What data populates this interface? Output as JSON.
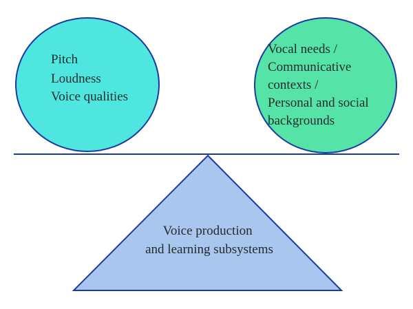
{
  "left_circle": {
    "lines": [
      "Pitch",
      "Loudness",
      "Voice qualities"
    ],
    "fill": "#4fe6e0",
    "stroke": "#1a3aa0"
  },
  "right_circle": {
    "lines": [
      "Vocal needs /",
      "Communicative",
      "contexts /",
      "Personal and social",
      "backgrounds"
    ],
    "fill": "#55e3a8",
    "stroke": "#1a3aa0"
  },
  "triangle": {
    "lines": [
      "Voice production",
      "and learning subsystems"
    ],
    "fill": "#a9c6ee",
    "stroke": "#1a3aa0"
  },
  "balance_line": {
    "stroke": "#1a3aa0"
  }
}
